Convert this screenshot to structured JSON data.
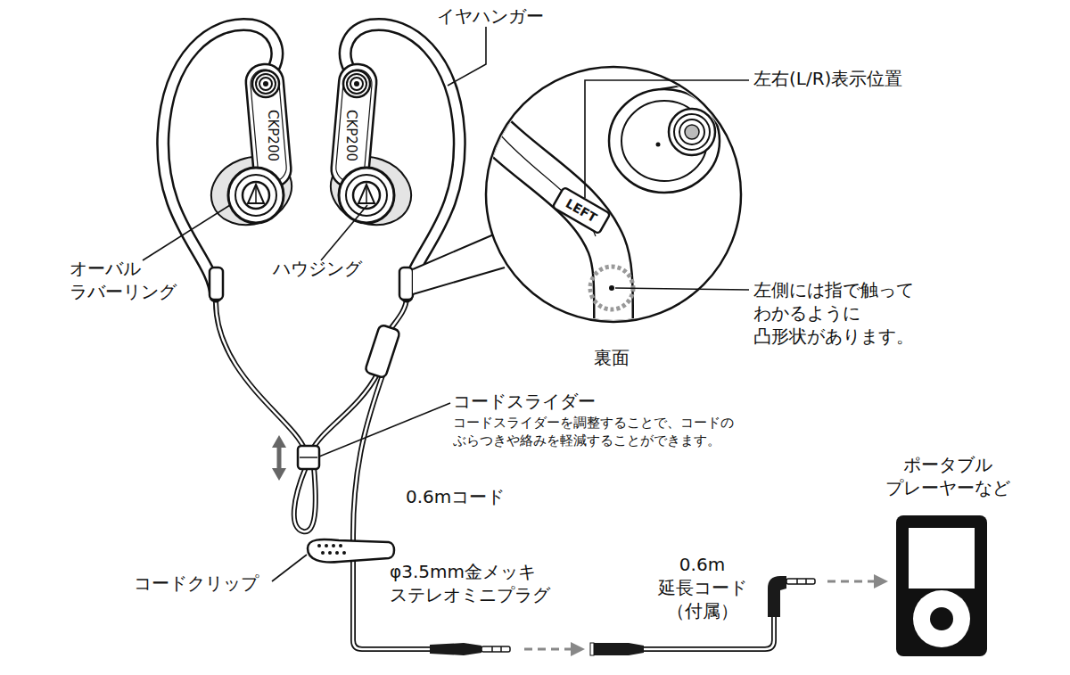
{
  "diagram": {
    "labels": [
      "イヤハンガー",
      "左右(L/R)表示位置",
      "CKP200",
      "CKP200",
      "LEFT",
      "オーバル ラバーリング",
      "ハウジング",
      "左側には指で触って わかるように 凸形状があります。",
      "裏面",
      "コードスライダー",
      "コードスライダーを調整することで、コードの ぶらつきや絡みを軽減することができます。",
      "0.6mコード",
      "コードクリップ",
      "φ3.5mm金メッキ ステレオミニプラグ",
      "0.6m 延長コード （付属）",
      "ポータブル プレーヤーなど"
    ]
  }
}
